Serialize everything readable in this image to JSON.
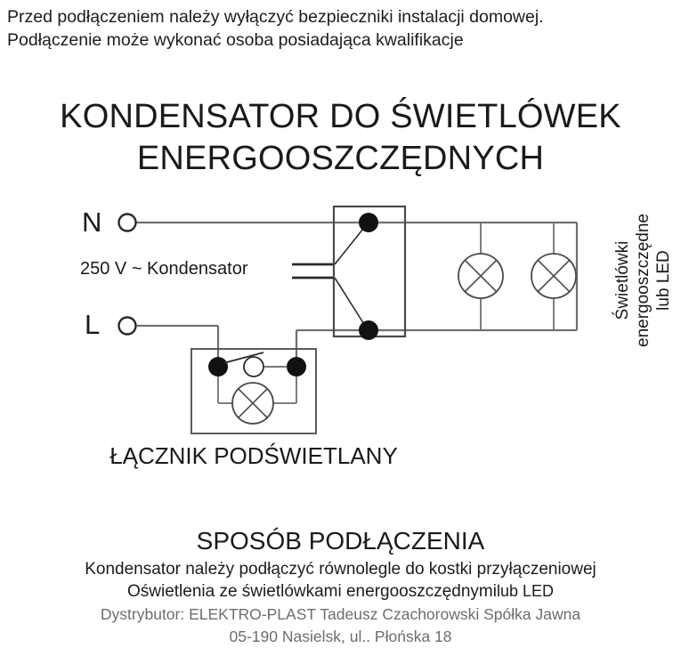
{
  "document": {
    "language": "pl",
    "kind": "wiring-diagram-instruction-sheet"
  },
  "warning": {
    "line1": "Przed podłączeniem należy wyłączyć bezpieczniki instalacji domowej.",
    "line2": "Podłączenie może wykonać osoba posiadająca kwalifikacje"
  },
  "title": {
    "line1": "KONDENSATOR DO ŚWIETLÓWEK",
    "line2": "ENERGOOSZCZĘDNYCH"
  },
  "diagram": {
    "terminal_n_label": "N",
    "terminal_l_label": "L",
    "capacitor_label": "250 V ~  Kondensator",
    "lamps_label": {
      "line1": "Świetlówki",
      "line2": "energooszczędne",
      "line3": "lub LED"
    },
    "switch_caption": "ŁĄCZNIK PODŚWIETLANY",
    "colors": {
      "wire": "#6f6f6f",
      "wire_dark": "#2a2a2a",
      "junction_dot": "#111111",
      "symbol_outline": "#4a4a4a",
      "background": "#ffffff"
    },
    "symbols": {
      "terminal_n": "open-terminal-circle",
      "terminal_l": "open-terminal-circle",
      "capacitor": "two-parallel-plates",
      "junction_dot_top": "filled-junction-dot",
      "junction_dot_bottom": "filled-junction-dot",
      "lamp_1": "lamp-circle-with-cross",
      "lamp_2": "lamp-circle-with-cross",
      "switch_lever": "single-pole-switch",
      "neon_indicator": "open-circle-neon",
      "switch_lamp": "lamp-circle-with-cross",
      "terminal_block": "rectangle-connector-block",
      "switch_enclosure": "rectangle-switch-body"
    }
  },
  "howto": {
    "title": "SPOSÓB PODŁĄCZENIA",
    "line1": "Kondensator należy podłączyć równolegle do kostki przyłączeniowej",
    "line2": "Oświetlenia ze świetlówkami energooszczędnymi",
    "line2_suffix": "lub LED"
  },
  "footer": {
    "line1": "Dystrybutor: ELEKTRO-PLAST Tadeusz Czachorowski Spółka Jawna",
    "line2": "05-190 Nasielsk, ul.. Płońska 18"
  }
}
